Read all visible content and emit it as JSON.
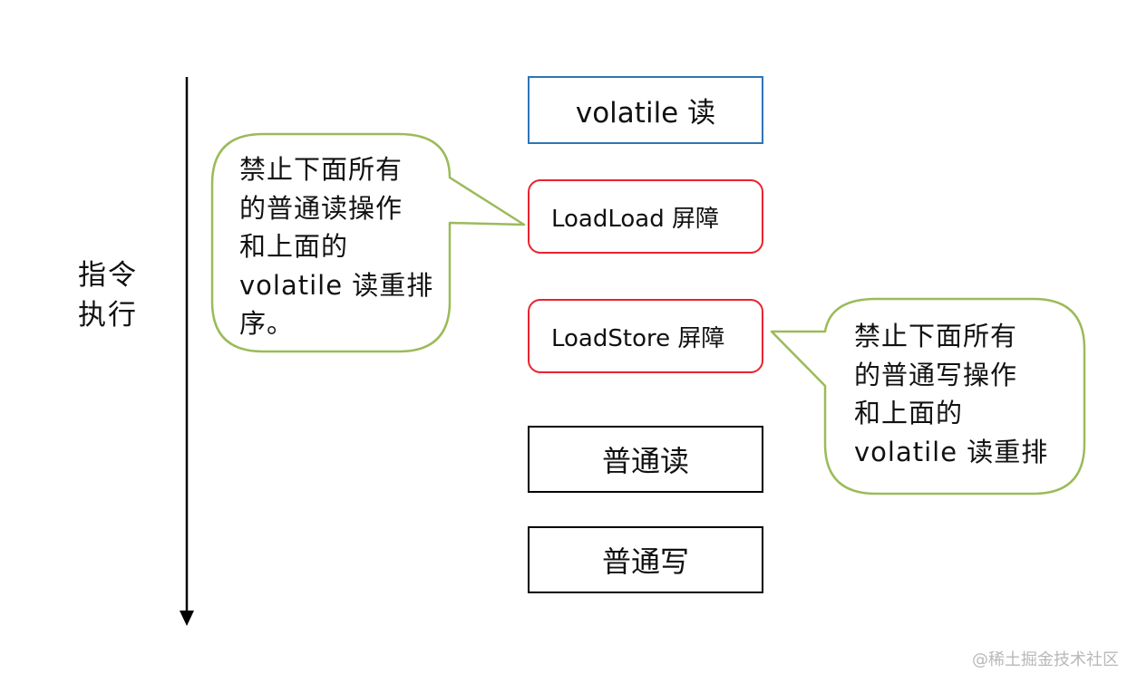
{
  "axis_label": "指令\n执行",
  "boxes": {
    "volatile_read": "volatile 读",
    "loadload_barrier": "LoadLoad 屏障",
    "loadstore_barrier": "LoadStore 屏障",
    "normal_read": "普通读",
    "normal_write": "普通写"
  },
  "callouts": {
    "left": "禁止下面所有\n的普通读操作\n和上面的\nvolatile 读重排\n序。",
    "right": "禁止下面所有\n的普通写操作\n和上面的\nvolatile 读重排"
  },
  "watermark": "@稀土掘金技术社区",
  "colors": {
    "volatile_box_border": "#2e75b6",
    "barrier_box_border": "#e8232f",
    "normal_box_border": "#000000",
    "callout_border": "#9bbb59",
    "callout_fill": "#ffffff"
  }
}
